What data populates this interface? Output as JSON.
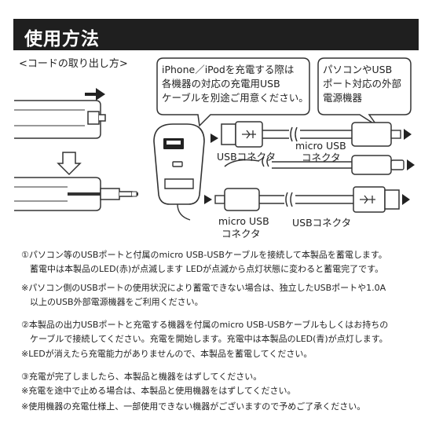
{
  "header": {
    "title": "使用方法"
  },
  "section": {
    "cord_title": "<コードの取り出し方>"
  },
  "bubbles": {
    "iphone": {
      "line1": "iPhone／iPodを充電する際は",
      "line2": "各機器の対応の充電用USB",
      "line3": "ケーブルを別途ご用意ください。"
    },
    "pc": {
      "line1": "パソコンやUSB",
      "line2": "ポート対応の外部",
      "line3": "電源機器"
    }
  },
  "labels": {
    "usb_connector_1": "USBコネクタ",
    "micro_usb_connector_1_line1": "micro USB",
    "micro_usb_connector_1_line2": "コネクタ",
    "micro_usb_connector_2_line1": "micro USB",
    "micro_usb_connector_2_line2": "コネクタ",
    "usb_connector_2": "USBコネクタ"
  },
  "notes": [
    "①パソコン等のUSBポートと付属のmicro USB-USBケーブルを接続して本製品を蓄電します。",
    "　蓄電中は本製品のLED(赤)が点滅します LEDが点滅から点灯状態に変わると蓄電完了です。",
    "※パソコン側のUSBポートの使用状況により蓄電できない場合は、独立したUSBポートや1.0A",
    "　以上のUSB外部電源機器をご利用ください。",
    "②本製品の出力USBポートと充電する機器を付属のmicro USB-USBケーブルもしくはお持ちの",
    "　ケーブルで接続してください。充電を開始します。充電中は本製品のLED(青)が点灯します。",
    "※LEDが消えたら充電能力がありませんので、本製品を蓄電してください。",
    "③充電が完了しましたら、本製品と機器をはずしてください。",
    "※充電を途中で止める場合は、本製品と使用機器をはずしてください。",
    "※使用機器の充電仕様上、一部使用できない機器がございますので予めご了承ください。"
  ]
}
